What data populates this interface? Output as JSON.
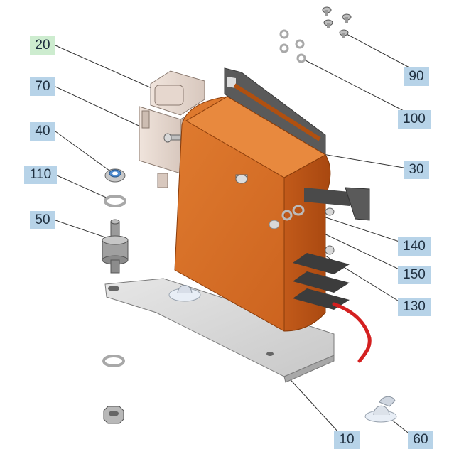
{
  "colors": {
    "label_bg": "#b7d3e8",
    "label_bg_highlight": "#cdeccf",
    "body_orange": "#d9742b",
    "plate": "#d9d9d9",
    "wire": "#d42020"
  },
  "labels": {
    "p20": "20",
    "p70": "70",
    "p40": "40",
    "p110": "110",
    "p50": "50",
    "p90": "90",
    "p100": "100",
    "p30": "30",
    "p140": "140",
    "p150": "150",
    "p130": "130",
    "p10": "10",
    "p60": "60"
  }
}
